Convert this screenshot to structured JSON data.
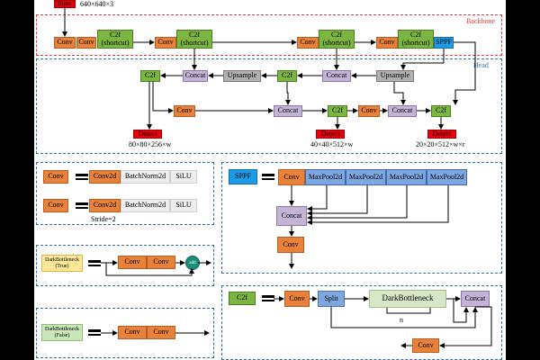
{
  "input": {
    "label": "Input",
    "size": "640×640×3"
  },
  "sections": {
    "backbone": "Backbone",
    "head": "Head"
  },
  "labels": {
    "conv": "Conv",
    "c2f": "C2f",
    "c2f_shortcut": "C2f\n(shortcut)",
    "sppf": "SPPF",
    "concat": "Concat",
    "upsample": "Upsample",
    "detect": "Detect",
    "conv2d": "Conv2d",
    "batchnorm": "BatchNorm2d",
    "silu": "SiLU",
    "stride": "Stride=2",
    "maxpool": "MaxPool2d",
    "split": "Split",
    "darkbottleneck": "DarkBottleneck",
    "n": "n",
    "db_true": "DarkBottleneck\n(True)",
    "db_false": "DarkBottleneck\n(False)",
    "add": "add"
  },
  "outputs": {
    "p3": "80×80×256×w",
    "p4": "40×40×512×w",
    "p5": "20×20×512×w×r"
  },
  "colors": {
    "conv": "#e8823a",
    "c2f": "#7bb642",
    "concat": "#c3b4d6",
    "upsample": "#b0b0b0",
    "detect": "#e8000b",
    "sppf": "#1f9be6",
    "split": "#7ea6e0",
    "panel_border": "#2e6fb0",
    "backbone_border": "#e23b3b"
  }
}
